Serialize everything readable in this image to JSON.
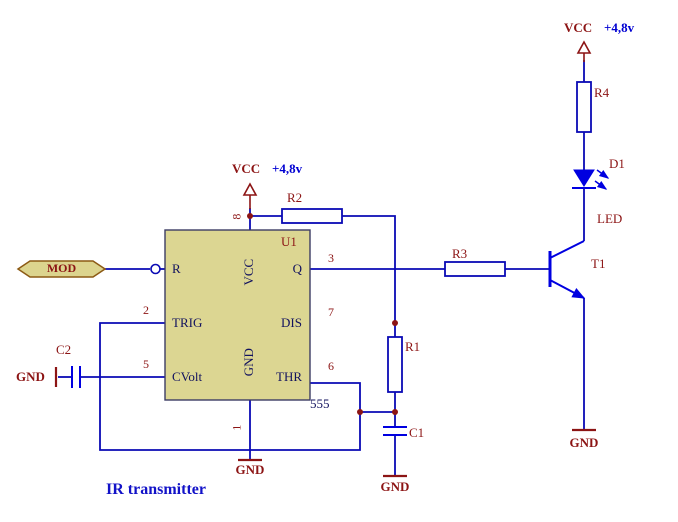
{
  "title": "IR transmitter",
  "port_mod": "MOD",
  "power": {
    "vcc": "VCC",
    "vcc_value": "+4,8v",
    "gnd": "GND"
  },
  "ic": {
    "designator": "U1",
    "part": "555",
    "pins": {
      "r": "R",
      "trig": "TRIG",
      "cvolt": "CVolt",
      "vcc": "VCC",
      "gnd": "GND",
      "q": "Q",
      "dis": "DIS",
      "thr": "THR"
    },
    "nums": {
      "trig": "2",
      "cvolt": "5",
      "vcc": "8",
      "gnd": "1",
      "q": "3",
      "dis": "7",
      "thr": "6"
    }
  },
  "refs": {
    "r1": "R1",
    "r2": "R2",
    "r3": "R3",
    "r4": "R4",
    "c1": "C1",
    "c2": "C2",
    "d1": "D1",
    "led": "LED",
    "t1": "T1"
  },
  "colors": {
    "bg": "#ffffff",
    "wire": "#0a0ab4",
    "device": "#0000e0",
    "maroon": "#8c1414",
    "navy": "#12125e",
    "value_blue": "#0000d2",
    "title_blue": "#1212c8",
    "ic_fill": "#dcd692",
    "ic_border": "#3c3c64",
    "khaki": "#dcd48e",
    "port_border": "#8c5a14",
    "comp_fill": "#ffffff"
  }
}
